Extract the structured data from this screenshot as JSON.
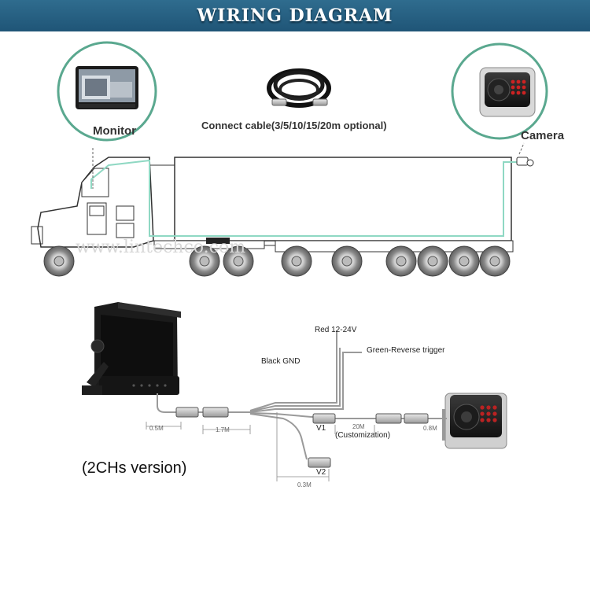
{
  "header": {
    "title": "WIRING DIAGRAM"
  },
  "top_diagram": {
    "monitor_label": "Monitor",
    "camera_label": "Camera",
    "cable_label": "Connect cable(3/5/10/15/20m optional)",
    "watermark": "www.lintechco.com"
  },
  "wiring": {
    "red_wire": "Red 12-24V",
    "green_wire": "Green-Reverse trigger",
    "black_wire": "Black GND",
    "channel_1": "V1",
    "channel_2": "V2",
    "extension_length": "20M",
    "extension_note": "(Customization)",
    "length_monitor_cable": "0.5M",
    "length_harness": "1.7M",
    "length_camera_lead": "0.8M",
    "length_split": "0.3M"
  },
  "version_label": "(2CHs version)",
  "colors": {
    "banner": "#2a6485",
    "route_line": "#8fd8c3",
    "circle_frame": "#5aa88f"
  }
}
